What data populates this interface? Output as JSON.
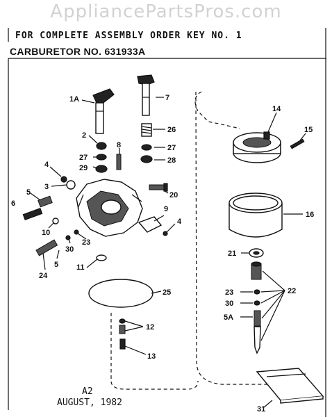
{
  "watermark": "AppliancePartsPros.com",
  "header": {
    "assembly_note": "FOR COMPLETE ASSEMBLY ORDER KEY NO. 1",
    "title": "CARBURETOR NO. 631933A"
  },
  "footer": {
    "code": "A2",
    "date": "AUGUST, 1982"
  },
  "callouts": {
    "c1A": "1A",
    "c7": "7",
    "c2": "2",
    "c26": "26",
    "c8": "8",
    "c27a": "27",
    "c27b": "27",
    "c28": "28",
    "c29": "29",
    "c4a": "4",
    "c3": "3",
    "c20": "20",
    "c5a": "5",
    "c6": "6",
    "c9": "9",
    "c4b": "4",
    "c10": "10",
    "c23a": "23",
    "c30a": "30",
    "c5b": "5",
    "c24": "24",
    "c11": "11",
    "c25": "25",
    "c12": "12",
    "c13": "13",
    "c14": "14",
    "c15": "15",
    "c16": "16",
    "c21": "21",
    "c22": "22",
    "c23b": "23",
    "c30b": "30",
    "c5A": "5A",
    "c31": "31"
  }
}
